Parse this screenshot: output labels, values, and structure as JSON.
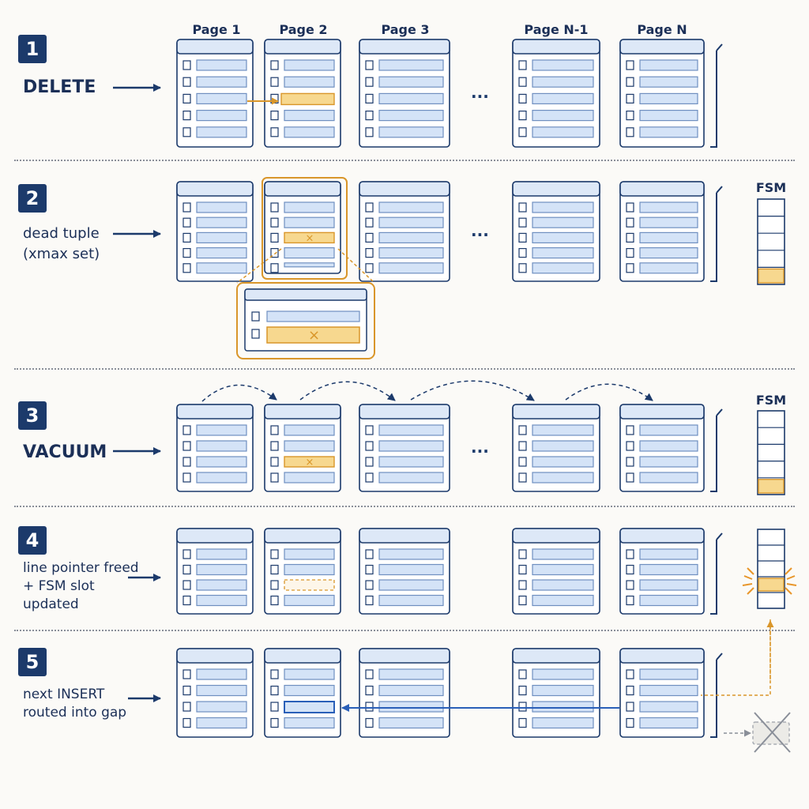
{
  "pages": [
    "Page 1",
    "Page 2",
    "Page 3",
    "Page N-1",
    "Page N"
  ],
  "ellipsis": "...",
  "fsm_label": "FSM",
  "steps": [
    {
      "number": "1",
      "label_lines": [
        "DELETE"
      ]
    },
    {
      "number": "2",
      "label_lines": [
        "dead tuple",
        "(xmax set)"
      ]
    },
    {
      "number": "3",
      "label_lines": [
        "VACUUM"
      ]
    },
    {
      "number": "4",
      "label_lines": [
        "line pointer freed",
        "+ FSM slot",
        "updated"
      ]
    },
    {
      "number": "5",
      "label_lines": [
        "next INSERT",
        "routed into gap"
      ]
    }
  ],
  "colors": {
    "navy": "#1c3a6b",
    "row_fill": "#d4e3f7",
    "row_stroke": "#6f8fc0",
    "highlight_fill": "#f7d88f",
    "highlight_stroke": "#d9962a",
    "arrow_blue": "#2a5fb8",
    "divider": "#8a8f99"
  },
  "dead_marker": "×"
}
